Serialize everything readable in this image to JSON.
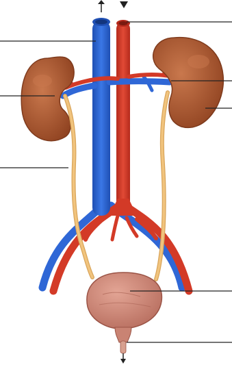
{
  "figure": {
    "subject": "urinary system",
    "structures": [
      "inferior-vena-cava",
      "abdominal-aorta",
      "left-kidney",
      "right-kidney",
      "renal-artery",
      "renal-vein",
      "left-ureter",
      "right-ureter",
      "urinary-bladder",
      "urethra"
    ],
    "leader_line_count": 8,
    "flow_arrows": [
      "up",
      "down"
    ]
  },
  "colors": {
    "background": "#ffffff",
    "vein": "#2f67d6",
    "vein_dark": "#1f4fb3",
    "artery": "#d33a27",
    "artery_dark": "#b52a1c",
    "kidney": "#a8552f",
    "kidney_highlight": "#c9784d",
    "ureter": "#f1c47e",
    "ureter_dark": "#d9a55b",
    "bladder": "#d48f7e",
    "bladder_dark": "#b56b5c",
    "leader_line": "#222222"
  }
}
